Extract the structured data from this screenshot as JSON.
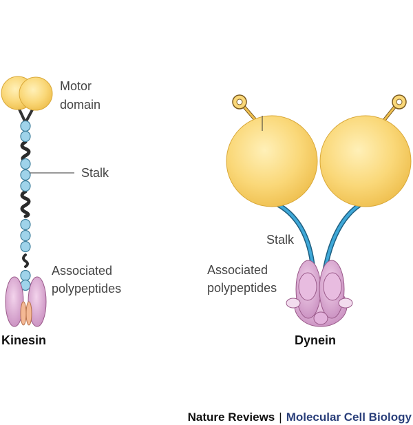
{
  "kinesin": {
    "title": "Kinesin",
    "motor_label_line1": "Motor",
    "motor_label_line2": "domain",
    "stalk_label": "Stalk",
    "assoc_label_line1": "Associated",
    "assoc_label_line2": "polypeptides"
  },
  "dynein": {
    "title": "Dynein",
    "stalk_label": "Stalk",
    "assoc_label_line1": "Associated",
    "assoc_label_line2": "polypeptides"
  },
  "footer": {
    "publisher": "Nature Reviews",
    "separator": "|",
    "journal": "Molecular Cell Biology"
  },
  "colors": {
    "motor_fill": "#f9d878",
    "motor_stroke": "#d9a838",
    "bead_fill": "#9fd3ea",
    "bead_stroke": "#3f7f9c",
    "stalk_blue": "#3a9fd0",
    "pink_fill": "#dba6d2",
    "pink_stroke": "#9a5a8a",
    "orange_fill": "#f4b894",
    "journal_blue": "#2a3f7a"
  }
}
